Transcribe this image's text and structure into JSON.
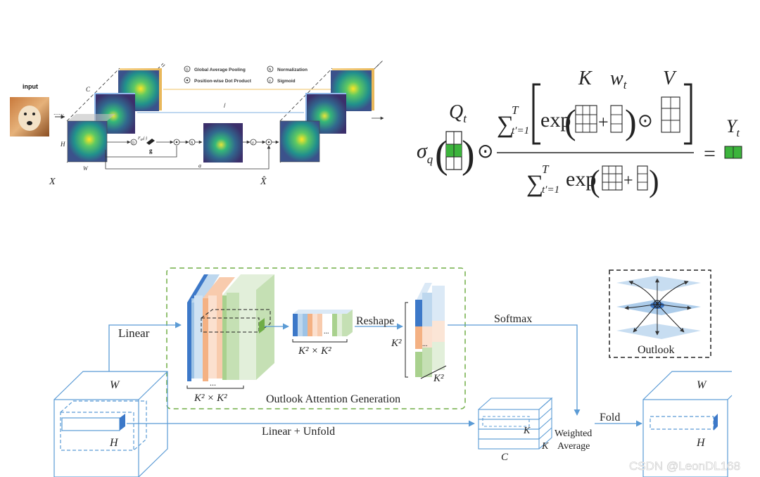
{
  "top_figure": {
    "input_label": "input",
    "legend": {
      "gap": "Global Average Pooling",
      "dot": "Position-wise Dot Product",
      "norm": "Normalization",
      "sigmoid": "Sigmoid",
      "gap_symbol": "G",
      "dot_symbol": "•",
      "norm_symbol": "N",
      "sigmoid_symbol": "σ"
    },
    "dim_c": "C",
    "dim_h": "H",
    "dim_w": "W",
    "func_label": "F",
    "func_sub": "gp",
    "func_arg": "(·)",
    "g_label": "g",
    "a_label": "a",
    "x_label": "X",
    "x_hat_label": "X̂",
    "dots": "......"
  },
  "formula": {
    "q": "Q",
    "q_sub": "t",
    "k": "K",
    "w": "w",
    "w_sub": "t",
    "v": "V",
    "sigma": "σ",
    "sigma_sub": "q",
    "sum": "∑",
    "sum_sup": "T",
    "sum_sub_top": "t′=1",
    "sum_sub_bot": "t′=1",
    "exp": "exp",
    "plus": "+",
    "odot": "⊙",
    "equals": "=",
    "y": "Y",
    "y_sub": "t"
  },
  "bottom_figure": {
    "linear": "Linear",
    "reshape": "Reshape",
    "softmax": "Softmax",
    "outlook": "Outlook",
    "generation": "Outlook Attention Generation",
    "linear_unfold": "Linear + Unfold",
    "weighted": "Weighted",
    "average": "Average",
    "fold": "Fold",
    "k2xk2": "K² × K²",
    "k2": "K²",
    "dots": "...",
    "w": "W",
    "h": "H",
    "c": "C",
    "k": "K"
  },
  "watermark": "CSDN @LeonDL168",
  "colors": {
    "blue_line": "#5b9bd5",
    "green_dash": "#70ad47",
    "blue_block": "#3c78c8",
    "orange_block": "#f4b183",
    "green_block": "#a9d18e",
    "heat_bg": "#3b528b",
    "heat_hot": "#d9e021",
    "formula_green": "#3cb43c"
  }
}
